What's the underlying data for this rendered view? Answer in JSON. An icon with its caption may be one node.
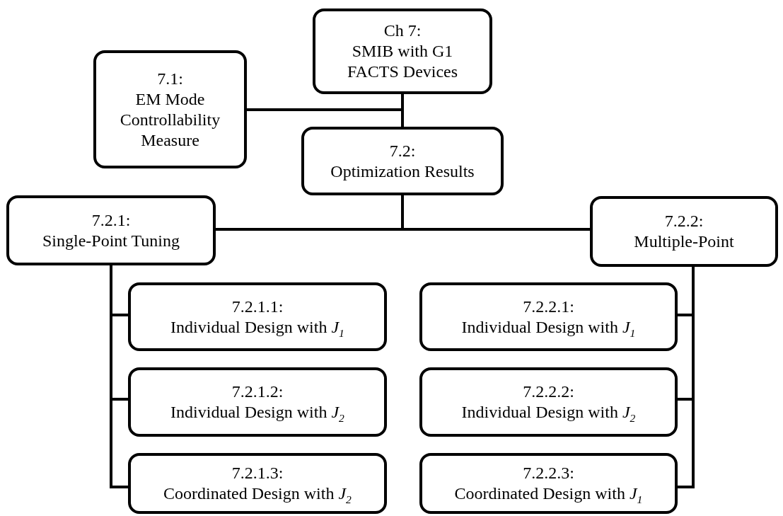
{
  "diagram": {
    "nodes": [
      {
        "text": [
          "Ch 7:",
          "SMIB with G1 FACTS Devices"
        ]
      },
      {
        "text": [
          "7.1:",
          "EM Mode Controllability Measure"
        ]
      },
      {
        "text": [
          "7.2:",
          "Optimization Results"
        ]
      },
      {
        "text": [
          "7.2.1:",
          "Single-Point Tuning"
        ]
      },
      {
        "text": [
          "7.2.2:",
          "Multiple-Point"
        ]
      },
      {
        "text": [
          "7.2.1.1:",
          "Individual Design with *J*$_{1}$"
        ]
      },
      {
        "text": [
          "7.2.2.1:",
          "Individual Design with *J*$_{1}$"
        ]
      },
      {
        "text": [
          "7.2.1.2:",
          "Individual Design with *J*$_{2}$"
        ]
      },
      {
        "text": [
          "7.2.2.2:",
          "Individual Design with *J*$_{2}$"
        ]
      },
      {
        "text": [
          "7.2.1.3:",
          "Coordinated Design with *J*$_{2}$"
        ]
      },
      {
        "text": [
          "7.2.2.3:",
          "Coordinated Design with *J*$_{1}$"
        ]
      }
    ],
    "edges": [
      {
        "from": 0,
        "to": 1,
        "arrow": "none"
      },
      {
        "from": 0,
        "to": 2,
        "arrow": "none"
      },
      {
        "from": 2,
        "to": 3,
        "arrow": "none"
      },
      {
        "from": 2,
        "to": 4,
        "arrow": "none"
      },
      {
        "from": 3,
        "to": 5,
        "arrow": "none"
      },
      {
        "from": 3,
        "to": 7,
        "arrow": "none"
      },
      {
        "from": 3,
        "to": 9,
        "arrow": "none"
      },
      {
        "from": 4,
        "to": 6,
        "arrow": "none"
      },
      {
        "from": 4,
        "to": 8,
        "arrow": "none"
      },
      {
        "from": 4,
        "to": 10,
        "arrow": "none"
      }
    ]
  }
}
